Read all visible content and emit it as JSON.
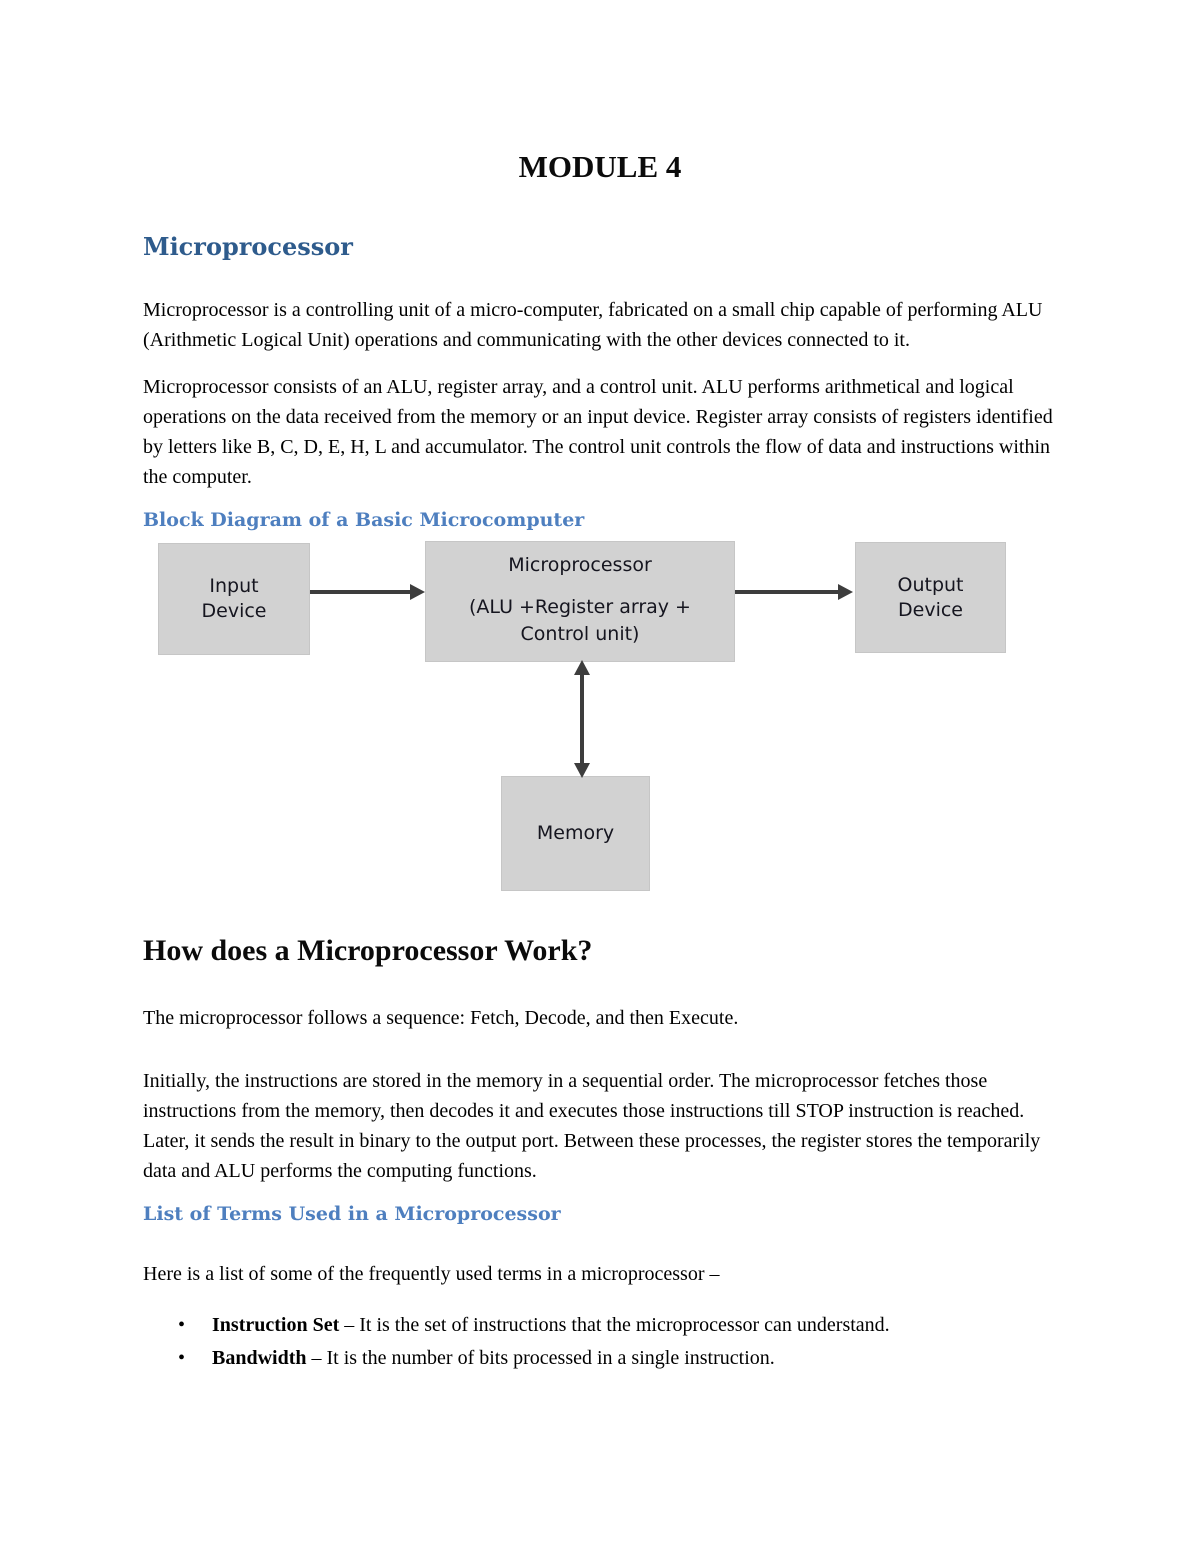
{
  "doc": {
    "title": "MODULE 4",
    "micro": {
      "heading": "Microprocessor",
      "para1": "Microprocessor is a controlling unit of a micro-computer, fabricated on a small chip capable of performing ALU (Arithmetic Logical Unit) operations and communicating with the other devices connected to it.",
      "para2": "Microprocessor consists of an ALU, register array, and a control unit. ALU performs arithmetical and logical operations on the data received from the memory or an input device. Register array consists of registers identified by letters like B, C, D, E, H, L and accumulator. The control unit controls the flow of data and instructions within the computer."
    },
    "diagram": {
      "heading": "Block Diagram of a Basic Microcomputer",
      "input_box": {
        "line1": "Input",
        "line2": "Device"
      },
      "micro_box": {
        "title": "Microprocessor",
        "sub_line1": "(ALU +Register array +",
        "sub_line2": "Control unit)"
      },
      "output_box": {
        "line1": "Output",
        "line2": "Device"
      },
      "memory_box": {
        "label": "Memory"
      }
    },
    "how": {
      "heading": "How does a Microprocessor Work?",
      "para1": "The microprocessor follows a sequence: Fetch, Decode, and then Execute.",
      "para2": "Initially, the instructions are stored in the memory in a sequential order. The microprocessor fetches those instructions from the memory, then decodes it and executes those instructions till STOP instruction is reached. Later, it sends the result in binary to the output port. Between these processes, the register stores the temporarily data and ALU performs the computing functions."
    },
    "terms": {
      "heading": "List of Terms Used in a Microprocessor",
      "intro": "Here is a list of some of the frequently used terms in a microprocessor –",
      "items": [
        {
          "term": "Instruction Set",
          "definition": " – It is the set of instructions that the microprocessor can understand."
        },
        {
          "term": "Bandwidth",
          "definition": " – It is the number of bits processed in a single instruction."
        }
      ]
    }
  },
  "colors": {
    "heading_dark_blue": "#2e5b8c",
    "heading_light_blue": "#4e7fbf",
    "body_text": "#000000",
    "box_fill": "#d2d2d2",
    "box_text": "#15151f",
    "arrow": "#3d3d3d"
  }
}
